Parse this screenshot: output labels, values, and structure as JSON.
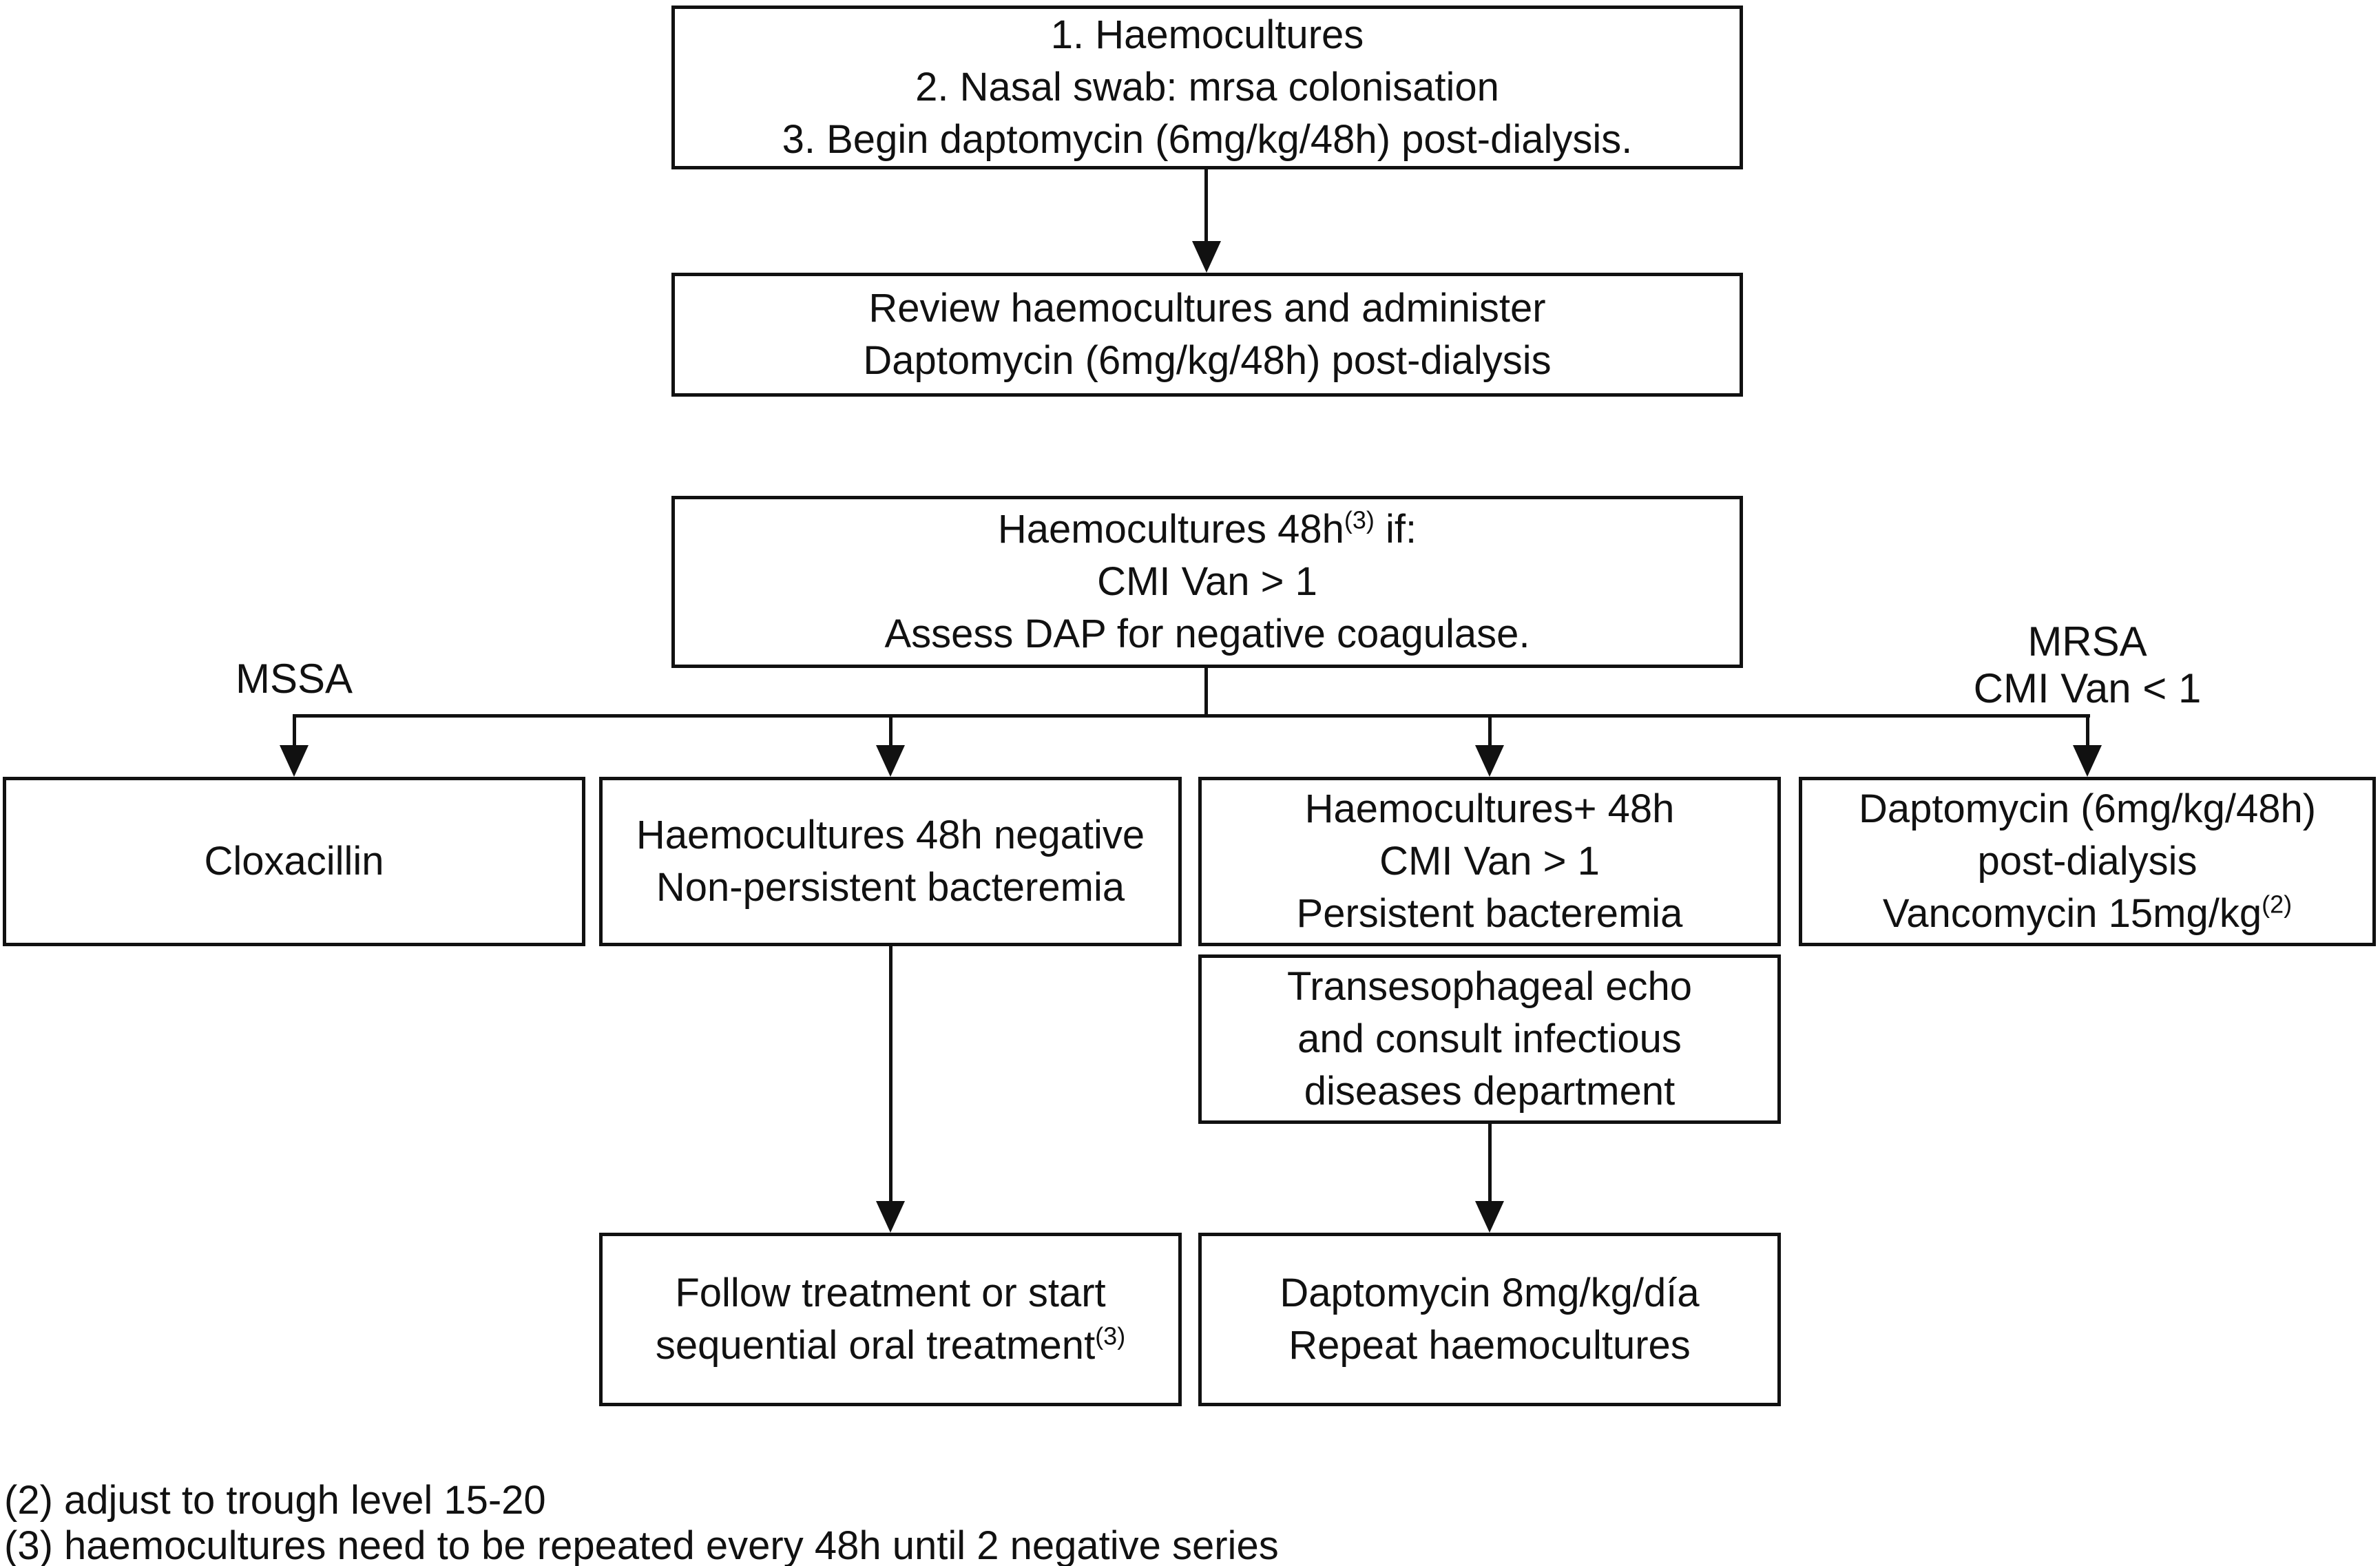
{
  "colors": {
    "ink": "#111111",
    "background": "#ffffff"
  },
  "boxes": {
    "initial": {
      "line1": "1. Haemocultures",
      "line2": "2. Nasal swab: mrsa colonisation",
      "line3": "3. Begin daptomycin (6mg/kg/48h) post-dialysis."
    },
    "review": {
      "line1": "Review haemocultures and administer",
      "line2": "Daptomycin (6mg/kg/48h) post-dialysis"
    },
    "criteria": {
      "line1_pre": "Haemocultures 48h",
      "line1_sup": "(3)",
      "line1_post": " if:",
      "line2": "CMI Van > 1",
      "line3": "Assess DAP for negative coagulase."
    },
    "cloxacillin": {
      "line1": "Cloxacillin"
    },
    "negative": {
      "line1": "Haemocultures 48h negative",
      "line2": "Non-persistent bacteremia"
    },
    "persistent": {
      "line1": "Haemocultures+ 48h",
      "line2": "CMI Van > 1",
      "line3": "Persistent bacteremia"
    },
    "mrsa_treatment": {
      "line1": "Daptomycin (6mg/kg/48h)",
      "line2": "post-dialysis",
      "line3_pre": "Vancomycin 15mg/kg",
      "line3_sup": "(2)"
    },
    "echo": {
      "line1": "Transesophageal echo",
      "line2": "and consult infectious",
      "line3": "diseases department"
    },
    "follow": {
      "line1": "Follow treatment or start",
      "line2_pre": "sequential oral treatment",
      "line2_sup": "(3)"
    },
    "repeat": {
      "line1": "Daptomycin 8mg/kg/día",
      "line2": "Repeat haemocultures"
    }
  },
  "branch_labels": {
    "mssa": "MSSA",
    "mrsa_line1": "MRSA",
    "mrsa_line2": "CMI Van < 1"
  },
  "footnotes": {
    "note2": "(2) adjust to trough level 15-20",
    "note3": "(3) haemocultures need to be repeated every 48h until 2 negative series"
  }
}
